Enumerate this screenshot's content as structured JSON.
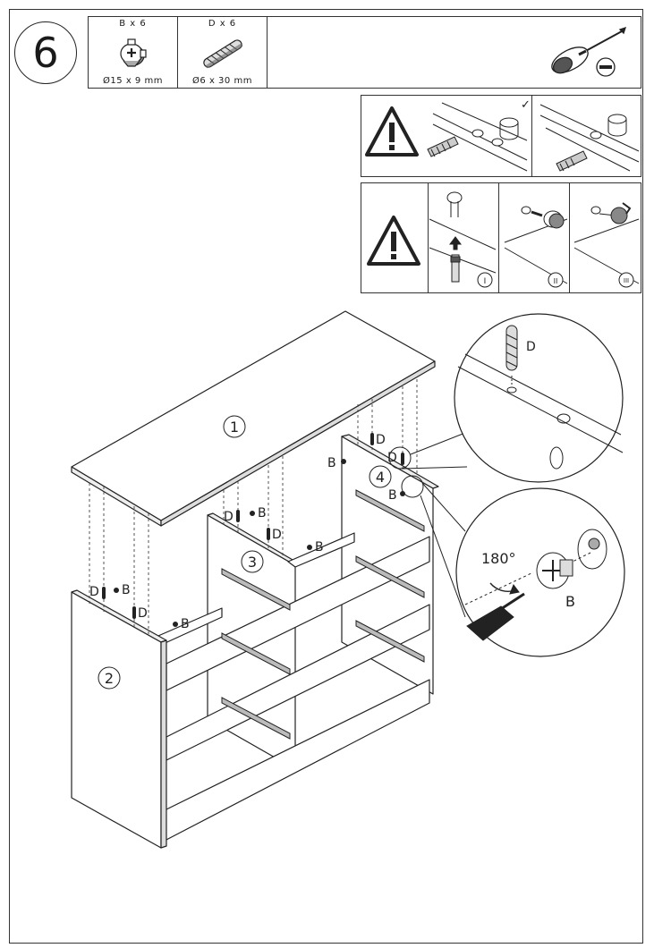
{
  "step": {
    "number": "6"
  },
  "parts": [
    {
      "qty": "B x 6",
      "size": "Ø15 x 9 mm",
      "icon": "cam-lock-icon"
    },
    {
      "qty": "D x 6",
      "size": "Ø6 x 30 mm",
      "icon": "wooden-dowel-icon"
    }
  ],
  "tool": {
    "icon": "flathead-screwdriver-icon"
  },
  "dowel_warning": {
    "icon": "warning-triangle-icon",
    "correct_mark": "✓"
  },
  "cam_warning": {
    "icon": "warning-triangle-icon",
    "steps": [
      "I",
      "II",
      "III"
    ]
  },
  "diagram": {
    "panel_numbers": [
      "1",
      "2",
      "3",
      "4"
    ],
    "part_letters": {
      "dowel": "D",
      "cam": "B"
    },
    "rotation": "180°"
  }
}
